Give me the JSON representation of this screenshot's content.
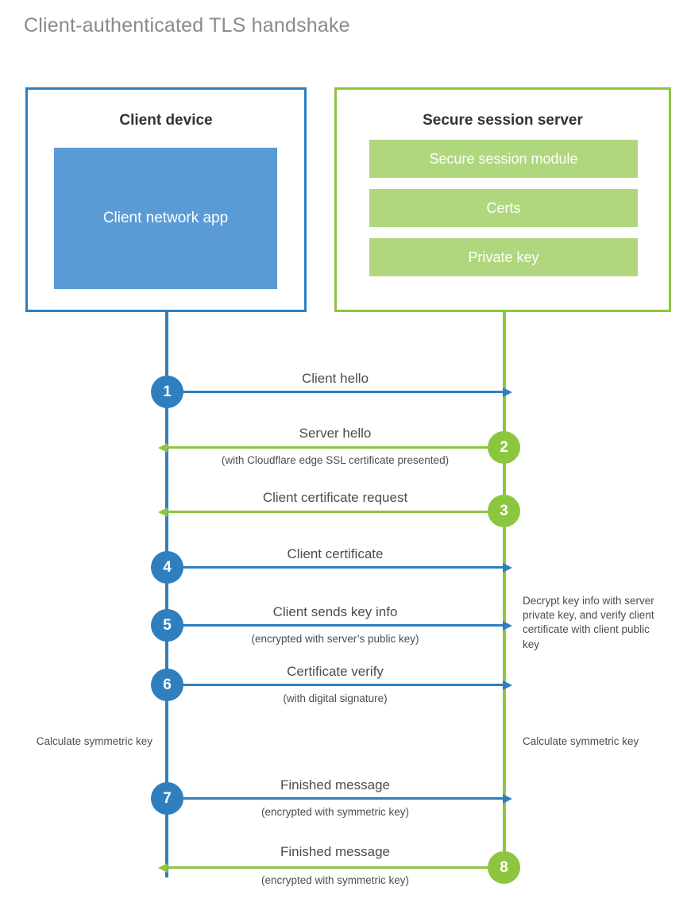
{
  "page": {
    "title": "Client-authenticated TLS handshake"
  },
  "colors": {
    "client_blue": "#2f7fbf",
    "client_app_fill": "#5b9bd5",
    "server_green": "#8cc63f",
    "server_bar_fill": "#b0d77e",
    "text_gray": "#4d4d4d",
    "title_gray": "#8a8a8a"
  },
  "client": {
    "title": "Client device",
    "app_label": "Client network app"
  },
  "server": {
    "title": "Secure session server",
    "modules": [
      {
        "label": "Secure session module"
      },
      {
        "label": "Certs"
      },
      {
        "label": "Private key"
      }
    ]
  },
  "steps": [
    {
      "number": "1",
      "direction": "client-to-server",
      "side": "client",
      "label": "Client hello",
      "sub": ""
    },
    {
      "number": "2",
      "direction": "server-to-client",
      "side": "server",
      "label": "Server hello",
      "sub": "(with Cloudflare edge SSL certificate presented)"
    },
    {
      "number": "3",
      "direction": "server-to-client",
      "side": "server",
      "label": "Client certificate request",
      "sub": ""
    },
    {
      "number": "4",
      "direction": "client-to-server",
      "side": "client",
      "label": "Client certificate",
      "sub": ""
    },
    {
      "number": "5",
      "direction": "client-to-server",
      "side": "client",
      "label": "Client sends key info",
      "sub": "(encrypted with server’s public key)"
    },
    {
      "number": "6",
      "direction": "client-to-server",
      "side": "client",
      "label": "Certificate verify",
      "sub": "(with digital signature)"
    },
    {
      "number": "7",
      "direction": "client-to-server",
      "side": "client",
      "label": "Finished message",
      "sub": "(encrypted with symmetric key)"
    },
    {
      "number": "8",
      "direction": "server-to-client",
      "side": "server",
      "label": "Finished message",
      "sub": "(encrypted with symmetric key)"
    }
  ],
  "notes": {
    "server_decrypt": "Decrypt key info with server private key, and verify client certificate with client public key",
    "client_calculate": "Calculate symmetric key",
    "server_calculate": "Calculate symmetric key"
  }
}
